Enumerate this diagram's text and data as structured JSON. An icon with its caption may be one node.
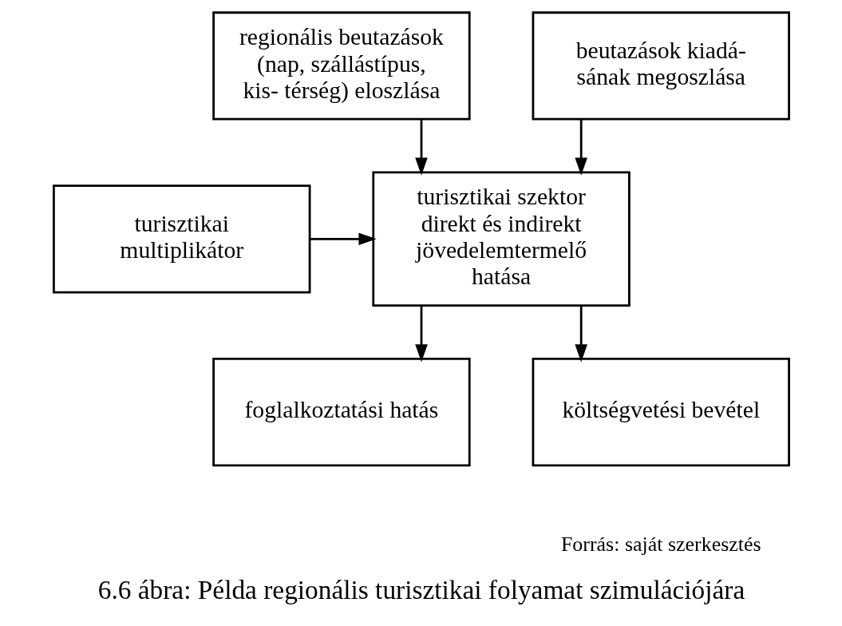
{
  "diagram": {
    "caption": "6.6 ábra: Példa regionális turisztikai folyamat szimulációjára",
    "nodes": [
      {
        "text": [
          "regionális beutazások (nap, szállástípus, kis- térség) eloszlása"
        ]
      },
      {
        "text": [
          "beutazások kiadá- sának megoszlása"
        ]
      },
      {
        "text": [
          "turisztikai multiplikátor"
        ]
      },
      {
        "text": [
          "turisztikai szektor direkt és indirekt jövedelemtermelő hatása"
        ]
      },
      {
        "text": [
          "foglalkoztatási hatás"
        ]
      },
      {
        "text": [
          "költségvetési bevétel"
        ]
      }
    ],
    "edges": [
      {
        "from": 0,
        "to": 3,
        "arrow": "to"
      },
      {
        "from": 1,
        "to": 3,
        "arrow": "to"
      },
      {
        "from": 2,
        "to": 3,
        "arrow": "to"
      },
      {
        "from": 3,
        "to": 4,
        "arrow": "to"
      },
      {
        "from": 3,
        "to": 5,
        "arrow": "to"
      }
    ],
    "labels": [
      "Forrás: saját szerkesztés"
    ]
  }
}
